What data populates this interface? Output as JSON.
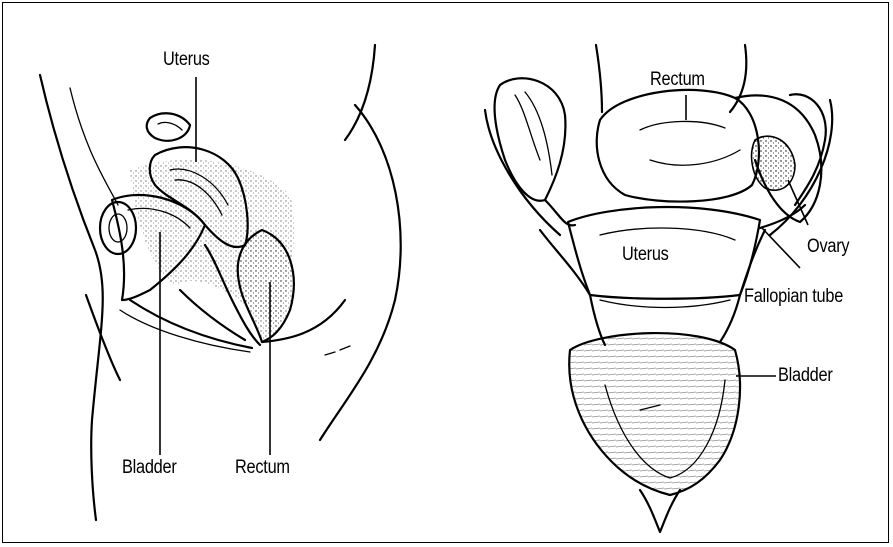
{
  "side_view": {
    "labels": {
      "uterus": "Uterus",
      "bladder": "Bladder",
      "rectum": "Rectum"
    }
  },
  "front_view": {
    "labels": {
      "rectum": "Rectum",
      "uterus": "Uterus",
      "ovary": "Ovary",
      "fallopian_tube": "Fallopian tube",
      "bladder": "Bladder"
    }
  }
}
